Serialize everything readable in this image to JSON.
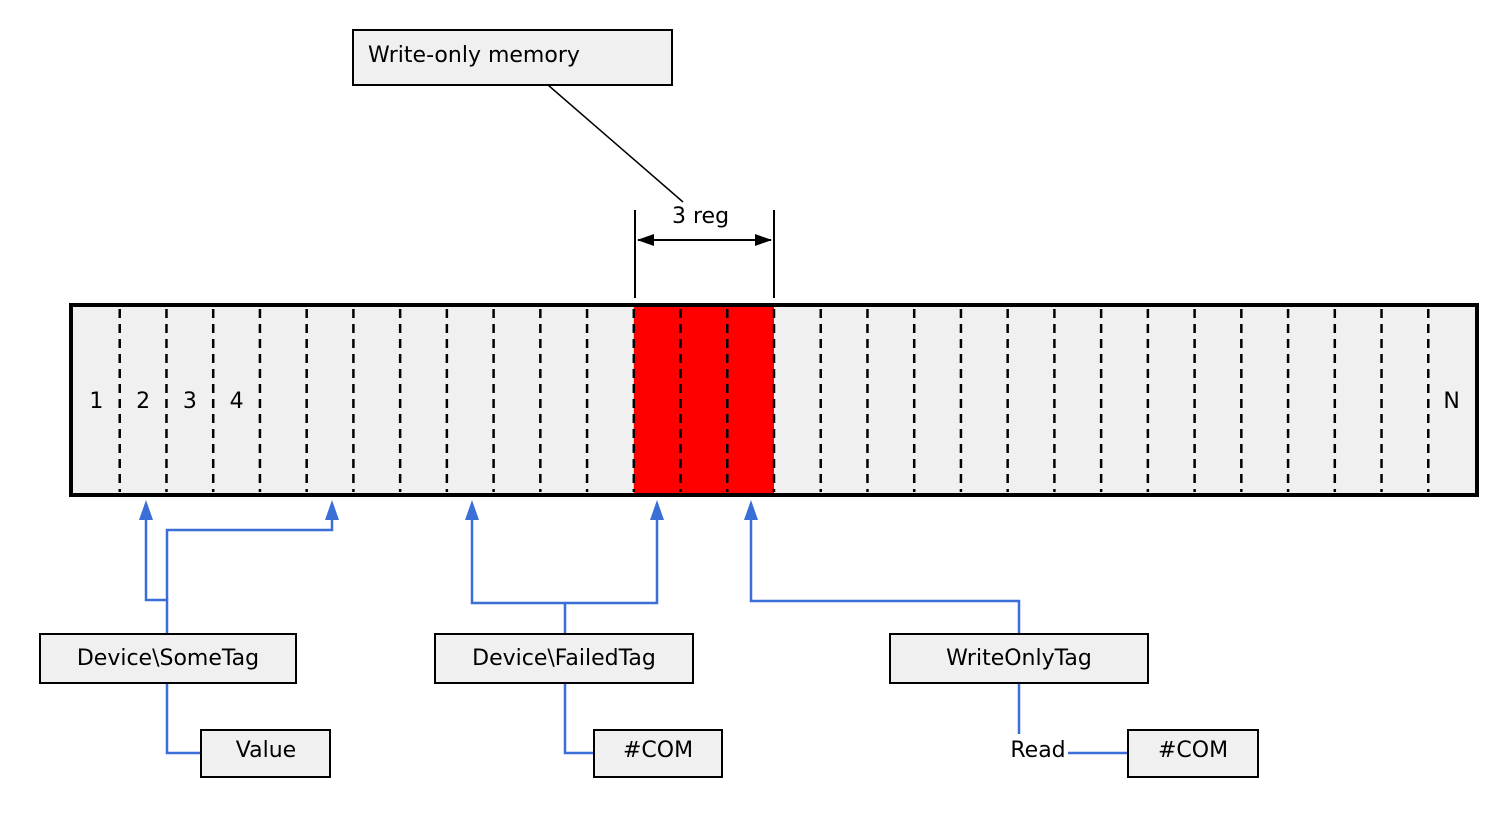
{
  "memory": {
    "cells": 30,
    "highlight": {
      "start": 12,
      "count": 3,
      "color": "#ff0000"
    },
    "cell_labels": [
      {
        "index": 0,
        "text": "1"
      },
      {
        "index": 1,
        "text": "2"
      },
      {
        "index": 2,
        "text": "3"
      },
      {
        "index": 3,
        "text": "4"
      },
      {
        "index": 29,
        "text": "N"
      }
    ]
  },
  "callout": {
    "label": "Write-only memory"
  },
  "dimension": {
    "label": "3 reg"
  },
  "tags": {
    "some": {
      "name": "Device\\SomeTag",
      "value": "Value"
    },
    "failed": {
      "name": "Device\\FailedTag",
      "value": "#COM"
    },
    "writeonly": {
      "name": "WriteOnlyTag",
      "action": "Read",
      "value": "#COM"
    }
  },
  "colors": {
    "cell_fill": "#f0f0f0",
    "highlight": "#ff0000",
    "connector": "#3a6fd8"
  }
}
